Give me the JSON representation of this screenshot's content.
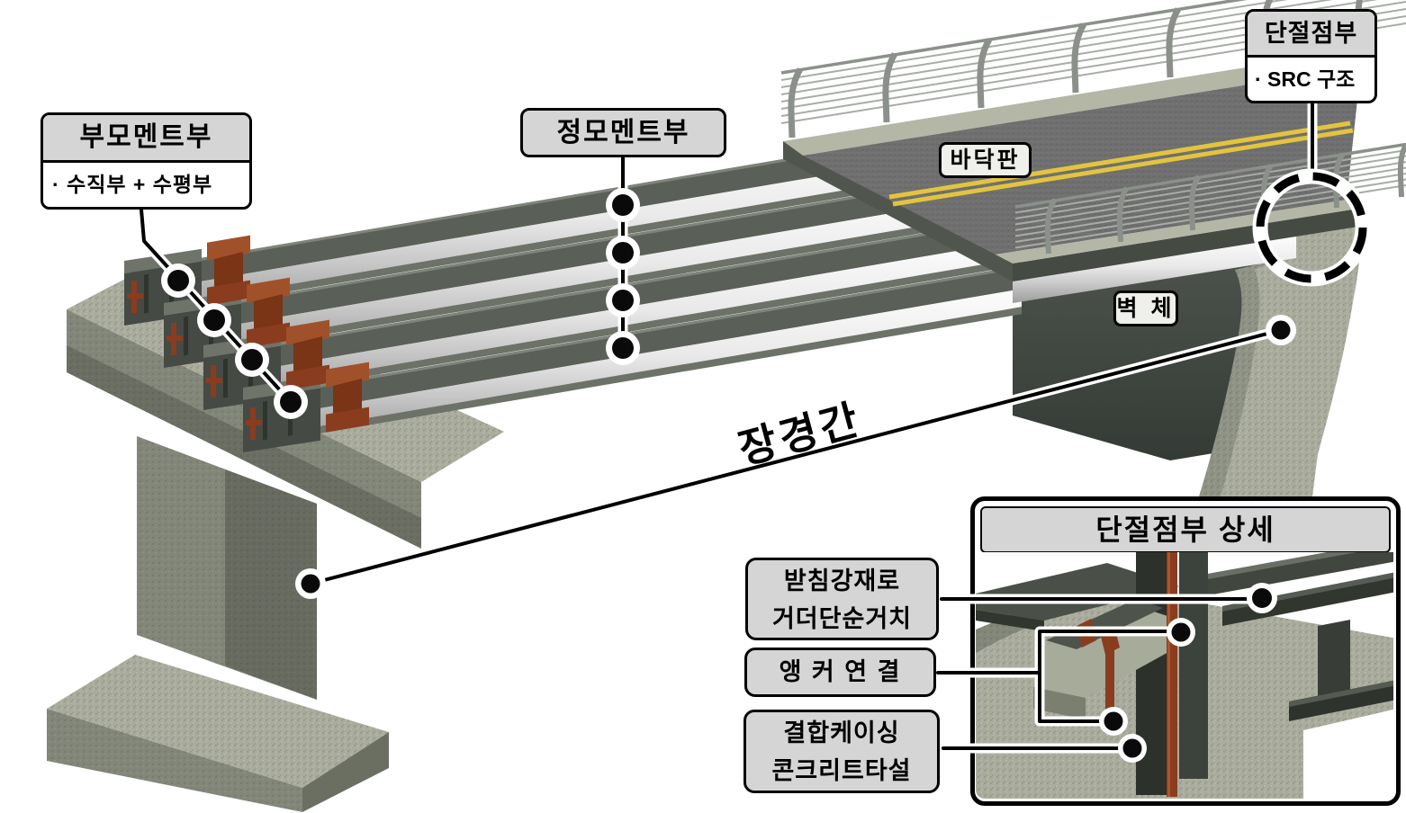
{
  "callouts": {
    "negative_moment": {
      "title": "부모멘트부",
      "note": "· 수직부 + 수평부"
    },
    "positive_moment": {
      "title": "정모멘트부"
    },
    "cutoff": {
      "title": "단절점부",
      "note": "· SRC 구조"
    },
    "deck_label": "바닥판",
    "wall_label": "벽 체",
    "span_label": "장경간"
  },
  "detail_panel": {
    "title": "단절점부 상세",
    "callouts": {
      "bearing": {
        "line1": "받침강재로",
        "line2": "거더단순거치"
      },
      "anchor": "앵 커 연 결",
      "casing": {
        "line1": "결합케이싱",
        "line2": "콘크리트타설"
      }
    }
  },
  "colors": {
    "concrete-light": "#a9ac9d",
    "concrete-mid": "#83877a",
    "concrete-dark": "#6b6f62",
    "wall-top": "#4d534c",
    "wall-bottom": "#343a35",
    "girder-flange": "#5a5f58",
    "girder-flange-light": "#7f847a",
    "block-face": "#454a44",
    "block-top": "#6f746b",
    "fin-dark": "#2f342f",
    "rust": "#8a3c1e",
    "rust-light": "#a0512a",
    "rust-dark": "#7a3416",
    "asphalt": "#6f6f6f",
    "lane-yellow": "#e3c43e",
    "curb": "#b4b7a6",
    "rail": "#8b918a",
    "wire": "#a7aca5",
    "steel-dark": "#31362f",
    "steel-mid": "#3c423c",
    "label-gray": "#d5d5d5",
    "label-light": "#efefeb"
  }
}
